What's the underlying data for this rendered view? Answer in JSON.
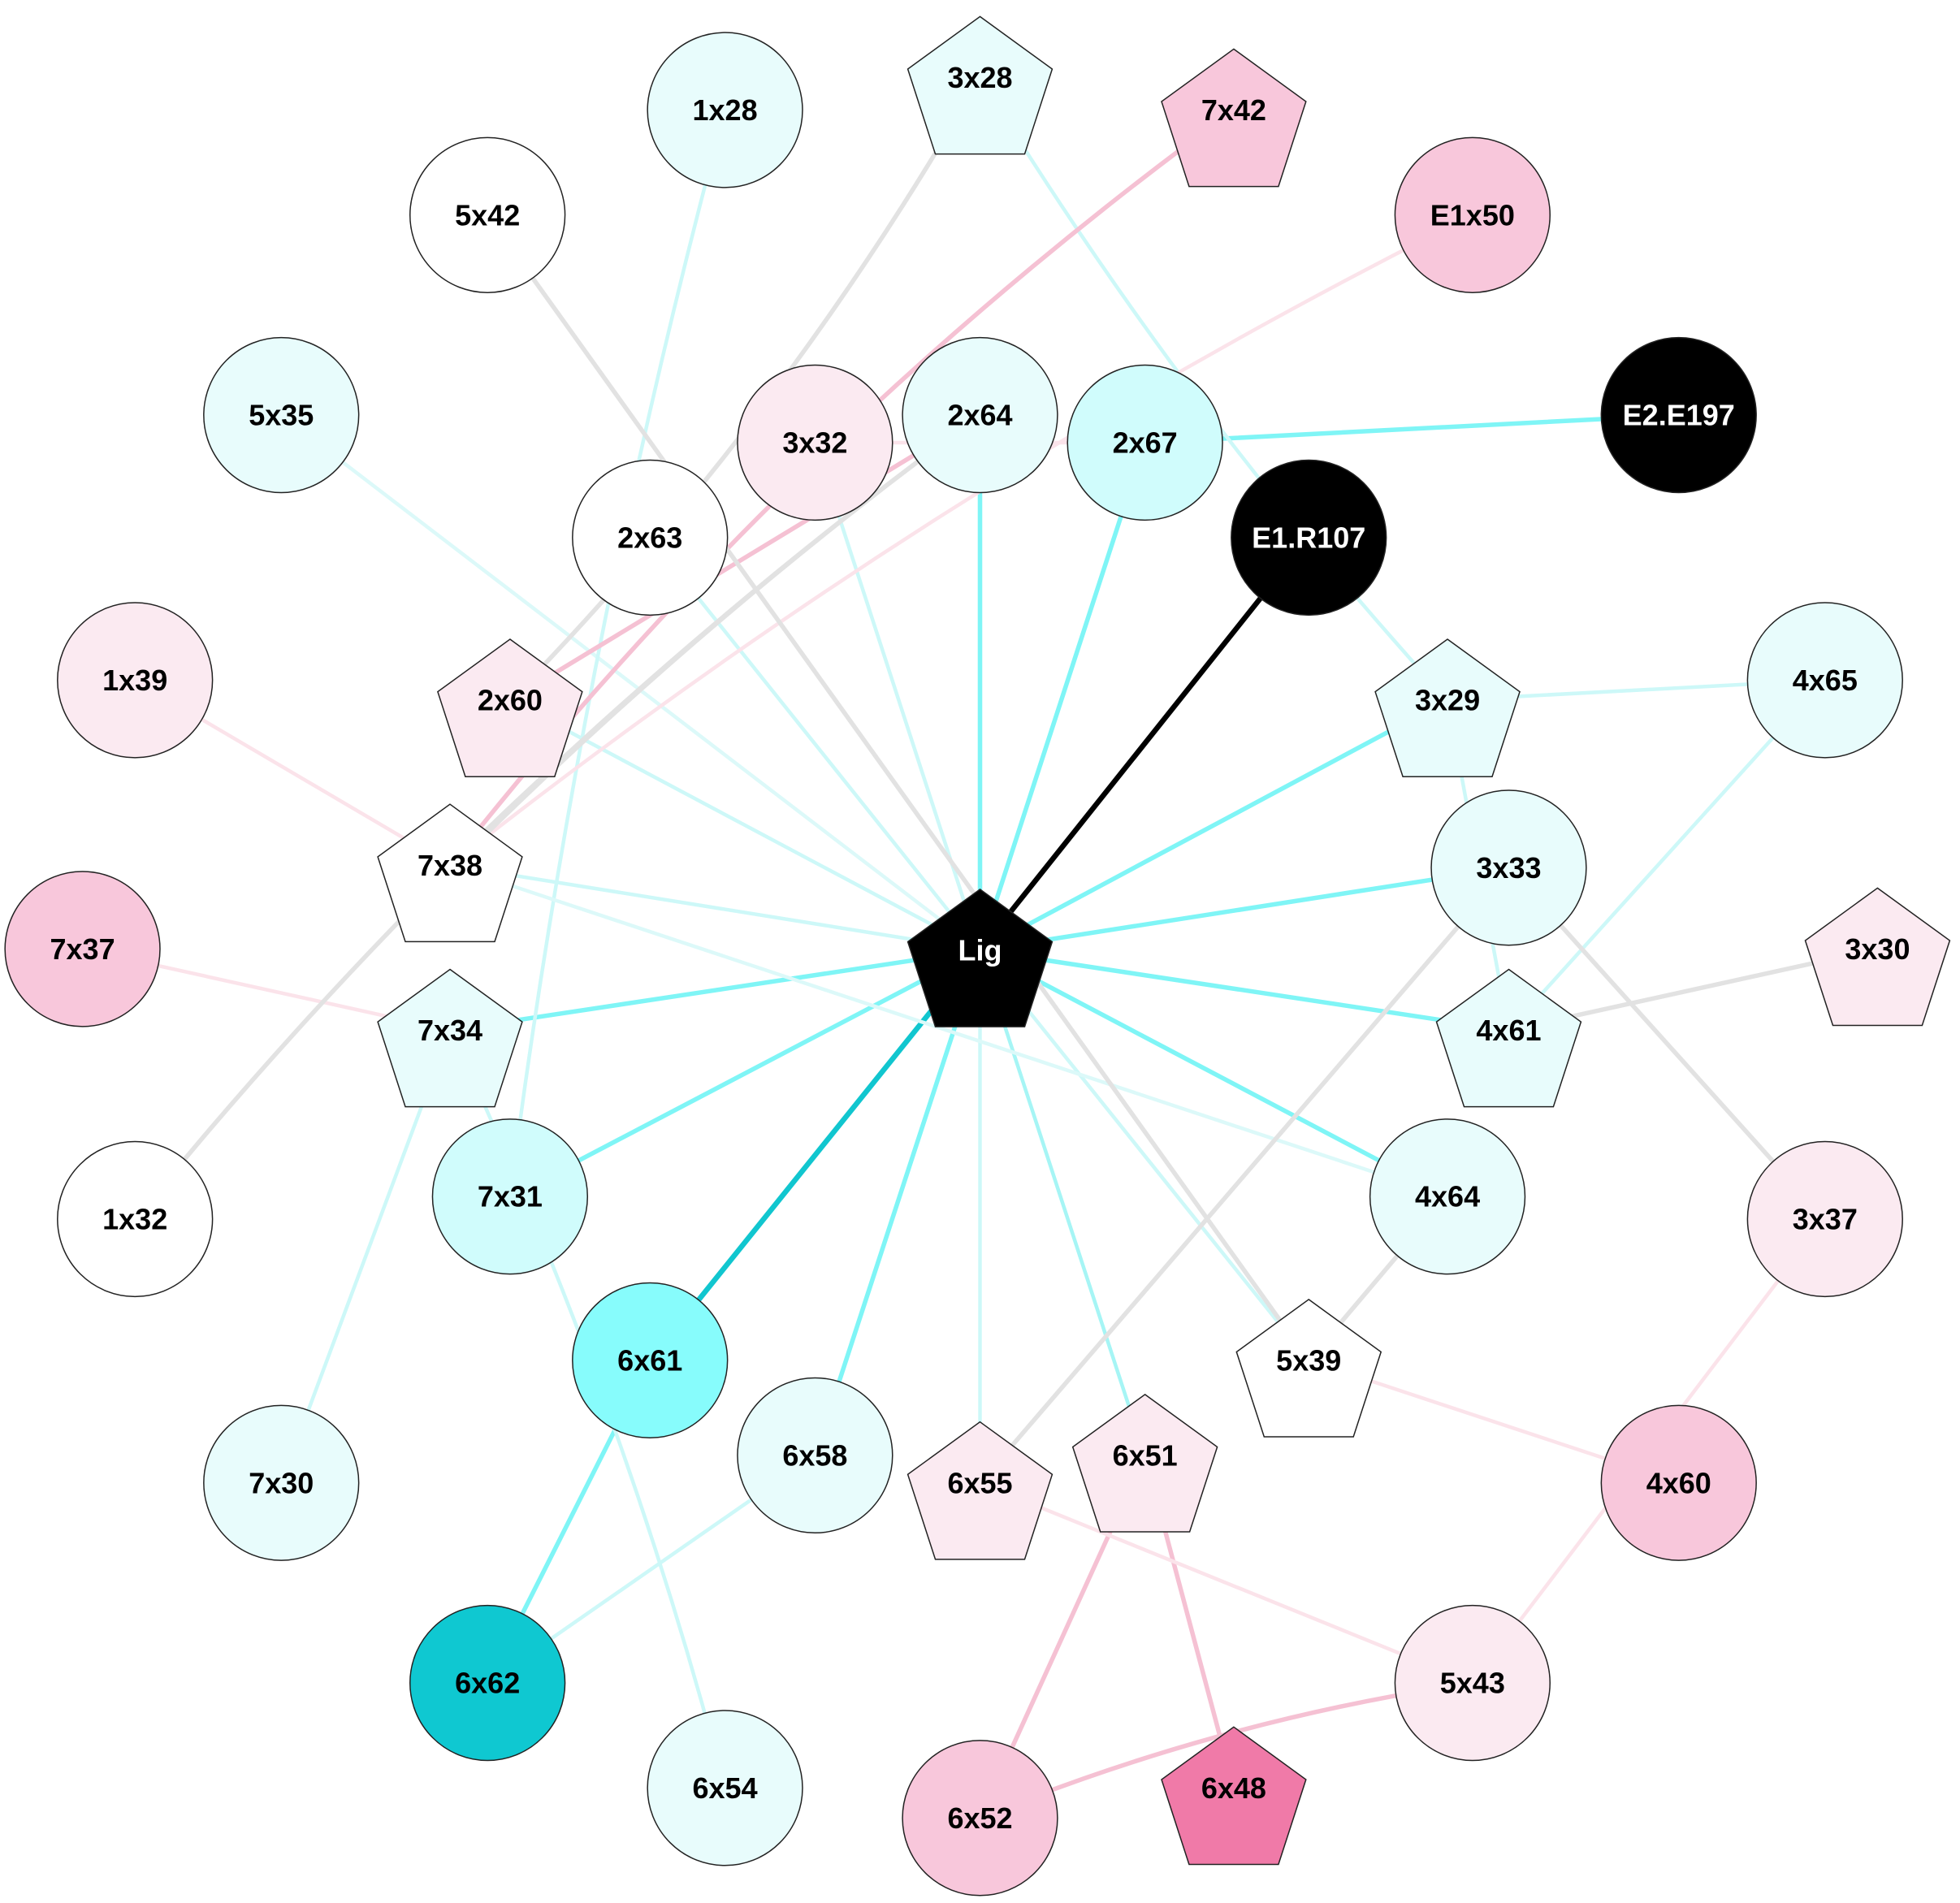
{
  "title": "",
  "colors": {
    "black": "#000000",
    "white": "#ffffff",
    "cyan_dark": "#11c6cf",
    "cyan_mid": "#7ff5f6",
    "cyan_light": "#cdf8f8",
    "cyan_pale": "#e6fbfb",
    "pink_pale": "#fbeaf1",
    "pink_light": "#f6c4d8",
    "pink_dark": "#f07aa8",
    "edge_grey": "#e2e2e2",
    "edge_pink": "#f5c1d3",
    "edge_pink_pale": "#fbe3ea"
  },
  "nodes": [
    {
      "id": "Lig",
      "label": "Lig",
      "shape": "pentagon",
      "fill": "#000000",
      "text_color": "#ffffff"
    },
    {
      "id": "1x28",
      "label": "1x28",
      "shape": "circle",
      "fill": "#e8fcfc",
      "text_color": "#000000"
    },
    {
      "id": "3x28",
      "label": "3x28",
      "shape": "pentagon",
      "fill": "#e8fcfc",
      "text_color": "#000000"
    },
    {
      "id": "7x42",
      "label": "7x42",
      "shape": "pentagon",
      "fill": "#f8c7db",
      "text_color": "#000000"
    },
    {
      "id": "E1x50",
      "label": "E1x50",
      "shape": "circle",
      "fill": "#f8c7db",
      "text_color": "#000000"
    },
    {
      "id": "5x42",
      "label": "5x42",
      "shape": "circle",
      "fill": "#ffffff",
      "text_color": "#000000"
    },
    {
      "id": "E2.E197",
      "label": "E2.E197",
      "shape": "circle",
      "fill": "#000000",
      "text_color": "#ffffff"
    },
    {
      "id": "5x35",
      "label": "5x35",
      "shape": "circle",
      "fill": "#e8fcfc",
      "text_color": "#000000"
    },
    {
      "id": "3x32",
      "label": "3x32",
      "shape": "circle",
      "fill": "#fbeaf1",
      "text_color": "#000000"
    },
    {
      "id": "2x64",
      "label": "2x64",
      "shape": "circle",
      "fill": "#e8fcfc",
      "text_color": "#000000"
    },
    {
      "id": "2x67",
      "label": "2x67",
      "shape": "circle",
      "fill": "#d0fcfc",
      "text_color": "#000000"
    },
    {
      "id": "2x63",
      "label": "2x63",
      "shape": "circle",
      "fill": "#ffffff",
      "text_color": "#000000"
    },
    {
      "id": "E1.R107",
      "label": "E1.R107",
      "shape": "circle",
      "fill": "#000000",
      "text_color": "#ffffff"
    },
    {
      "id": "1x39",
      "label": "1x39",
      "shape": "circle",
      "fill": "#fbeaf1",
      "text_color": "#000000"
    },
    {
      "id": "2x60",
      "label": "2x60",
      "shape": "pentagon",
      "fill": "#fbeaf1",
      "text_color": "#000000"
    },
    {
      "id": "3x29",
      "label": "3x29",
      "shape": "pentagon",
      "fill": "#e8fcfc",
      "text_color": "#000000"
    },
    {
      "id": "4x65",
      "label": "4x65",
      "shape": "circle",
      "fill": "#e8fcfc",
      "text_color": "#000000"
    },
    {
      "id": "7x38",
      "label": "7x38",
      "shape": "pentagon",
      "fill": "#ffffff",
      "text_color": "#000000"
    },
    {
      "id": "3x33",
      "label": "3x33",
      "shape": "circle",
      "fill": "#e8fcfc",
      "text_color": "#000000"
    },
    {
      "id": "7x37",
      "label": "7x37",
      "shape": "circle",
      "fill": "#f8c7db",
      "text_color": "#000000"
    },
    {
      "id": "3x30",
      "label": "3x30",
      "shape": "pentagon",
      "fill": "#fbeaf1",
      "text_color": "#000000"
    },
    {
      "id": "7x34",
      "label": "7x34",
      "shape": "pentagon",
      "fill": "#e8fcfc",
      "text_color": "#000000"
    },
    {
      "id": "4x61",
      "label": "4x61",
      "shape": "pentagon",
      "fill": "#e8fcfc",
      "text_color": "#000000"
    },
    {
      "id": "7x31",
      "label": "7x31",
      "shape": "circle",
      "fill": "#d0fcfc",
      "text_color": "#000000"
    },
    {
      "id": "4x64",
      "label": "4x64",
      "shape": "circle",
      "fill": "#e8fcfc",
      "text_color": "#000000"
    },
    {
      "id": "1x32",
      "label": "1x32",
      "shape": "circle",
      "fill": "#ffffff",
      "text_color": "#000000"
    },
    {
      "id": "3x37",
      "label": "3x37",
      "shape": "circle",
      "fill": "#fbeaf1",
      "text_color": "#000000"
    },
    {
      "id": "6x61",
      "label": "6x61",
      "shape": "circle",
      "fill": "#87fcfc",
      "text_color": "#000000"
    },
    {
      "id": "5x39",
      "label": "5x39",
      "shape": "pentagon",
      "fill": "#ffffff",
      "text_color": "#000000"
    },
    {
      "id": "6x58",
      "label": "6x58",
      "shape": "circle",
      "fill": "#e8fcfc",
      "text_color": "#000000"
    },
    {
      "id": "6x51",
      "label": "6x51",
      "shape": "pentagon",
      "fill": "#fbeaf1",
      "text_color": "#000000"
    },
    {
      "id": "6x55",
      "label": "6x55",
      "shape": "pentagon",
      "fill": "#fbeaf1",
      "text_color": "#000000"
    },
    {
      "id": "7x30",
      "label": "7x30",
      "shape": "circle",
      "fill": "#e8fcfc",
      "text_color": "#000000"
    },
    {
      "id": "4x60",
      "label": "4x60",
      "shape": "circle",
      "fill": "#f8c7db",
      "text_color": "#000000"
    },
    {
      "id": "6x62",
      "label": "6x62",
      "shape": "circle",
      "fill": "#0fc8d1",
      "text_color": "#000000"
    },
    {
      "id": "5x43",
      "label": "5x43",
      "shape": "circle",
      "fill": "#fbeaf1",
      "text_color": "#000000"
    },
    {
      "id": "6x54",
      "label": "6x54",
      "shape": "circle",
      "fill": "#e8fcfc",
      "text_color": "#000000"
    },
    {
      "id": "6x52",
      "label": "6x52",
      "shape": "circle",
      "fill": "#f8c7db",
      "text_color": "#000000"
    },
    {
      "id": "6x48",
      "label": "6x48",
      "shape": "pentagon",
      "fill": "#f07aa8",
      "text_color": "#000000"
    }
  ],
  "edges": [
    {
      "source": "Lig",
      "target": "E1.R107",
      "color": "#000000",
      "weight": "heavy"
    },
    {
      "source": "Lig",
      "target": "6x61",
      "color": "#11c6cf",
      "weight": "heavy"
    },
    {
      "source": "Lig",
      "target": "2x64",
      "color": "#7ff5f6",
      "weight": "medium"
    },
    {
      "source": "Lig",
      "target": "2x67",
      "color": "#7ff5f6",
      "weight": "medium"
    },
    {
      "source": "Lig",
      "target": "3x29",
      "color": "#7ff5f6",
      "weight": "medium"
    },
    {
      "source": "Lig",
      "target": "3x33",
      "color": "#7ff5f6",
      "weight": "medium"
    },
    {
      "source": "Lig",
      "target": "4x61",
      "color": "#7ff5f6",
      "weight": "medium"
    },
    {
      "source": "Lig",
      "target": "4x64",
      "color": "#7ff5f6",
      "weight": "medium"
    },
    {
      "source": "Lig",
      "target": "7x34",
      "color": "#7ff5f6",
      "weight": "medium"
    },
    {
      "source": "Lig",
      "target": "7x31",
      "color": "#7ff5f6",
      "weight": "medium"
    },
    {
      "source": "Lig",
      "target": "6x58",
      "color": "#7ff5f6",
      "weight": "medium"
    },
    {
      "source": "Lig",
      "target": "6x51",
      "color": "#a6f5f5",
      "weight": "light"
    },
    {
      "source": "Lig",
      "target": "6x55",
      "color": "#cdf8f8",
      "weight": "light"
    },
    {
      "source": "Lig",
      "target": "5x39",
      "color": "#cdf8f8",
      "weight": "light"
    },
    {
      "source": "Lig",
      "target": "7x38",
      "color": "#cdf8f8",
      "weight": "light"
    },
    {
      "source": "Lig",
      "target": "2x60",
      "color": "#cdf8f8",
      "weight": "light"
    },
    {
      "source": "Lig",
      "target": "2x63",
      "color": "#cdf8f8",
      "weight": "light"
    },
    {
      "source": "Lig",
      "target": "3x32",
      "color": "#cdf8f8",
      "weight": "light"
    },
    {
      "source": "Lig",
      "target": "5x35",
      "color": "#dcf9f9",
      "weight": "light"
    },
    {
      "source": "2x67",
      "target": "E2.E197",
      "color": "#7ff5f6",
      "weight": "medium"
    },
    {
      "source": "6x61",
      "target": "6x62",
      "color": "#7ff5f6",
      "weight": "medium"
    },
    {
      "source": "6x58",
      "target": "6x62",
      "color": "#cdf8f8",
      "weight": "light"
    },
    {
      "source": "3x29",
      "target": "4x65",
      "color": "#cdf8f8",
      "weight": "light"
    },
    {
      "source": "4x61",
      "target": "4x65",
      "color": "#cdf8f8",
      "weight": "light"
    },
    {
      "source": "3x28",
      "target": "3x29",
      "color": "#cdf8f8",
      "weight": "light"
    },
    {
      "source": "3x29",
      "target": "4x61",
      "color": "#cdf8f8",
      "weight": "light"
    },
    {
      "source": "7x34",
      "target": "7x30",
      "color": "#cdf8f8",
      "weight": "light"
    },
    {
      "source": "7x34",
      "target": "6x54",
      "color": "#cdf8f8",
      "weight": "light"
    },
    {
      "source": "1x28",
      "target": "7x31",
      "color": "#cdf8f8",
      "weight": "light"
    },
    {
      "source": "4x64",
      "target": "7x38",
      "color": "#dcf9f9",
      "weight": "light"
    },
    {
      "source": "6x51",
      "target": "6x48",
      "color": "#f5c1d3",
      "weight": "medium"
    },
    {
      "source": "6x51",
      "target": "6x52",
      "color": "#f5c1d3",
      "weight": "medium"
    },
    {
      "source": "6x52",
      "target": "5x43",
      "color": "#f5c1d3",
      "weight": "medium"
    },
    {
      "source": "7x42",
      "target": "7x38",
      "color": "#f5c1d3",
      "weight": "medium"
    },
    {
      "source": "2x60",
      "target": "2x64",
      "color": "#f5c1d3",
      "weight": "medium"
    },
    {
      "source": "E1x50",
      "target": "7x38",
      "color": "#fbe3ea",
      "weight": "light"
    },
    {
      "source": "3x32",
      "target": "2x67",
      "color": "#fbe3ea",
      "weight": "light"
    },
    {
      "source": "1x39",
      "target": "7x38",
      "color": "#fbe3ea",
      "weight": "light"
    },
    {
      "source": "7x37",
      "target": "7x34",
      "color": "#fbe3ea",
      "weight": "light"
    },
    {
      "source": "5x39",
      "target": "4x60",
      "color": "#fbe3ea",
      "weight": "light"
    },
    {
      "source": "6x55",
      "target": "5x43",
      "color": "#fbe3ea",
      "weight": "light"
    },
    {
      "source": "3x37",
      "target": "5x43",
      "color": "#fbe3ea",
      "weight": "light"
    },
    {
      "source": "5x42",
      "target": "5x39",
      "color": "#e2e2e2",
      "weight": "medium"
    },
    {
      "source": "3x28",
      "target": "2x60",
      "color": "#e2e2e2",
      "weight": "medium"
    },
    {
      "source": "2x64",
      "target": "7x38",
      "color": "#e2e2e2",
      "weight": "medium"
    },
    {
      "source": "2x64",
      "target": "1x32",
      "color": "#e2e2e2",
      "weight": "medium"
    },
    {
      "source": "3x33",
      "target": "6x55",
      "color": "#e2e2e2",
      "weight": "medium"
    },
    {
      "source": "3x33",
      "target": "3x37",
      "color": "#e2e2e2",
      "weight": "medium"
    },
    {
      "source": "4x61",
      "target": "3x30",
      "color": "#e2e2e2",
      "weight": "medium"
    },
    {
      "source": "4x64",
      "target": "5x39",
      "color": "#e2e2e2",
      "weight": "medium"
    }
  ]
}
